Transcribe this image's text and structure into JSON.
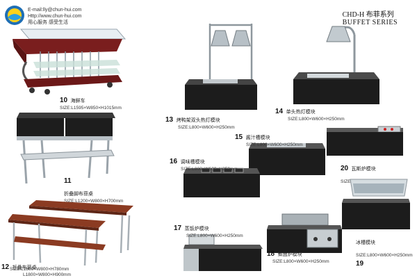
{
  "contact": {
    "email": "E-mail:lly@chun-hui.com",
    "http": "Http://www.chun-hui.com",
    "slogan": "用心服务 感受生活"
  },
  "series": {
    "cn": "CHD-H 布菲系列",
    "en": "BUFFET SERIES"
  },
  "products": {
    "p10": {
      "num": "10",
      "name": "海鲜车",
      "size": "SIZE:L1595×W850×H1015mm"
    },
    "p11": {
      "num": "11",
      "name": "折叠脚布菲桌",
      "size": "SIZE:L1200×W800×H700mm"
    },
    "p12": {
      "num": "12",
      "name": "折叠布菲桌",
      "size": "SIZE:",
      "size1": "L1800×W800×H780mm",
      "size2": "L1800×W800×H900mm"
    },
    "p13": {
      "num": "13",
      "name": "烤鸭架双头热灯模块",
      "size": "SIZE:L800×W600×H250mm"
    },
    "p14": {
      "num": "14",
      "name": "单头热灯模块",
      "size": "SIZE:L800×W600×H250mm"
    },
    "p15": {
      "num": "15",
      "name": "酱汁槽模块",
      "size": "SIZE:L800×W600×H250mm"
    },
    "p16": {
      "num": "16",
      "name": "调味槽模块",
      "size": "SIZE:L800×W600×H250mm"
    },
    "p17": {
      "num": "17",
      "name": "蒸饭炉模块",
      "size": "SIZE:L800×W600×H250mm"
    },
    "p18": {
      "num": "18",
      "name": "煮面炉模块",
      "size": "SIZE:L800×W600×H250mm"
    },
    "p19": {
      "num": "19",
      "name": "冰槽模块",
      "size": "SIZE:L800×W600×H250mm"
    },
    "p20": {
      "num": "20",
      "name": "瓦斯炉模块",
      "size": "SIZE:L800×W600×H250mm"
    }
  }
}
